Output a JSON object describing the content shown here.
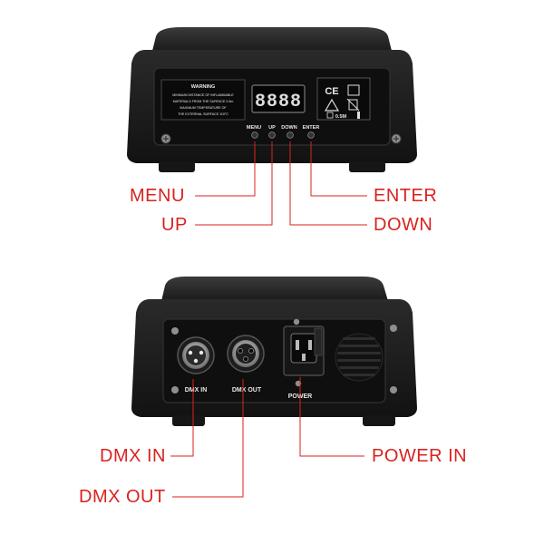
{
  "colors": {
    "callout_text": "#d8231f",
    "leader_line": "#d8231f",
    "housing": "#1a1a1a",
    "panel_label": "#e8e8e8"
  },
  "top_unit": {
    "warning_title": "WARNING",
    "warning_lines": [
      "MINIMUM DISTANCE OF INFLAMMABLE",
      "MATERIALS FROM THE SURFACE 0.5m",
      "MAXIMUM TEMPERATURE OF",
      "THE EXTERNAL SURFACE 110°C"
    ],
    "display_value": "8888",
    "button_labels": [
      "MENU",
      "UP",
      "DOWN",
      "ENTER"
    ],
    "distance_mark": "0.5M",
    "cert_mark": "CE"
  },
  "bottom_unit": {
    "port_labels": [
      "DMX IN",
      "DMX OUT",
      "POWER"
    ]
  },
  "callouts": {
    "menu": "MENU",
    "up": "UP",
    "enter": "ENTER",
    "down": "DOWN",
    "dmx_in": "DMX IN",
    "dmx_out": "DMX OUT",
    "power_in": "POWER IN"
  }
}
